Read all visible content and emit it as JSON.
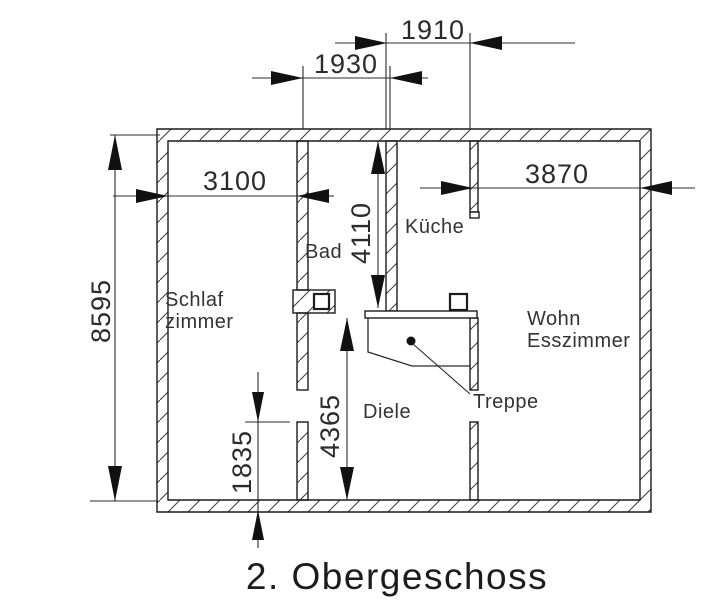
{
  "title": "2. Obergeschoss",
  "rooms": {
    "schlafzimmer": {
      "line1": "Schlaf",
      "line2": "zimmer"
    },
    "bad": "Bad",
    "kueche": "Küche",
    "wohn_esszimmer": {
      "line1": "Wohn",
      "line2": "Esszimmer"
    },
    "diele": "Diele",
    "treppe": "Treppe"
  },
  "dimensions_mm": {
    "kueche_width": "1910",
    "bad_width": "1930",
    "schlafzimmer_width": "3100",
    "wohn_width": "3870",
    "total_height": "8595",
    "bad_height": "4110",
    "diele_height": "4365",
    "bottom_left_height": "1835"
  },
  "colors": {
    "line": "#1c1c1c",
    "dimension": "#2b2b2b",
    "background": "#ffffff"
  }
}
